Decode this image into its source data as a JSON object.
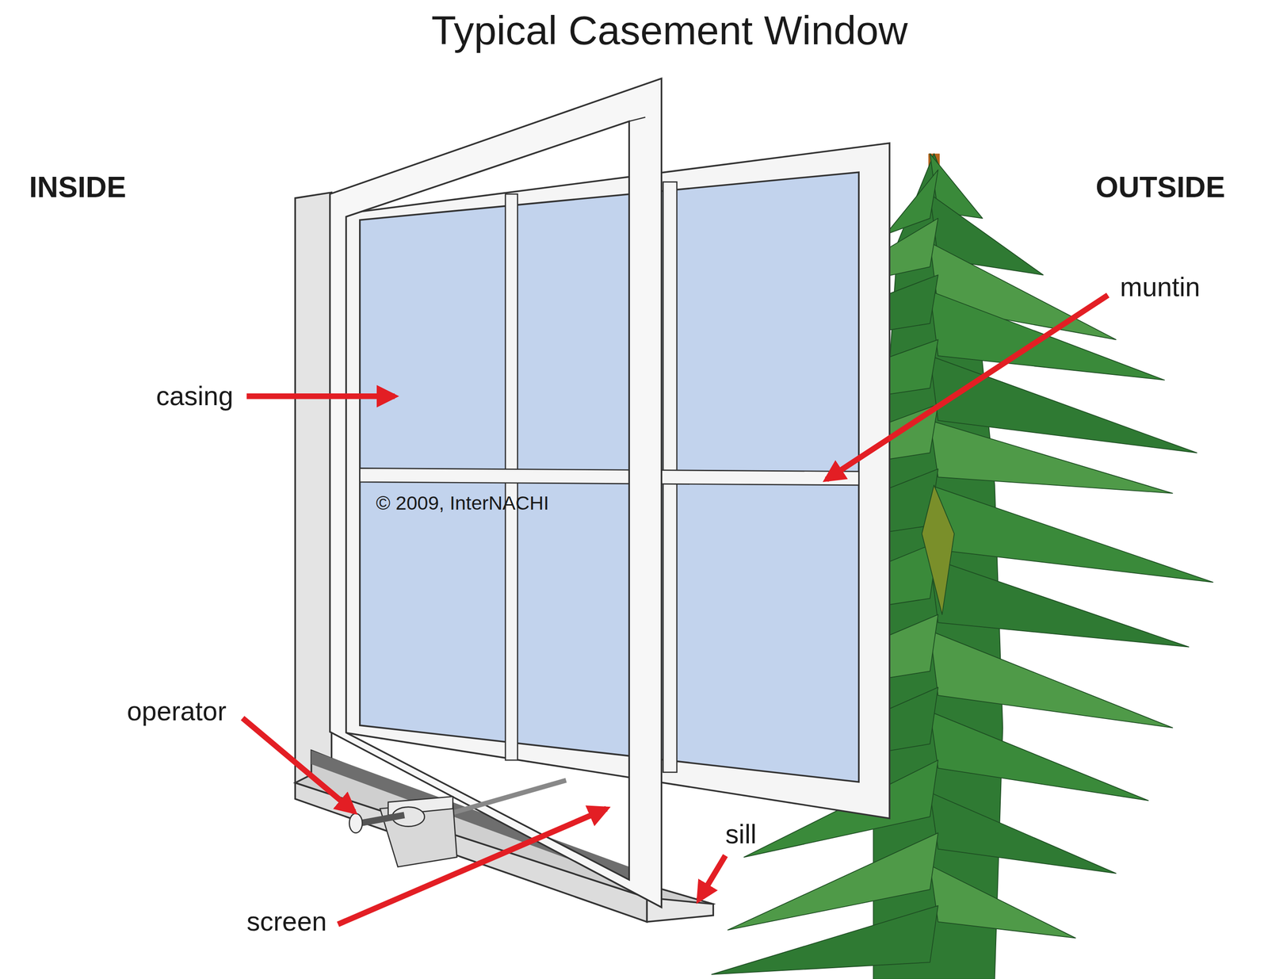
{
  "diagram": {
    "title": "Typical Casement Window",
    "labels": [
      "INSIDE",
      "OUTSIDE",
      "casing",
      "muntin",
      "© 2009, InterNACHI",
      "operator",
      "screen",
      "sill"
    ]
  }
}
